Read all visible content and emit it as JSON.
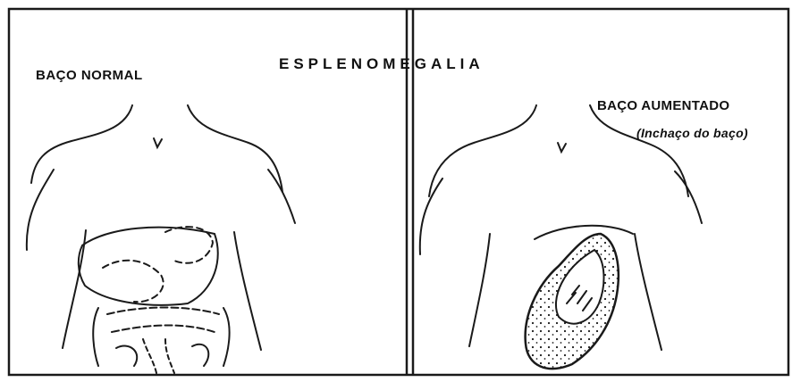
{
  "title": "ESPLENOMEGALIA",
  "panels": {
    "normal": {
      "label": "BAÇO NORMAL"
    },
    "enlarged": {
      "label": "BAÇO AUMENTADO",
      "note": "(Inchaço do baço)"
    }
  },
  "colors": {
    "ink": "#1a1a1a",
    "paper": "#ffffff"
  }
}
